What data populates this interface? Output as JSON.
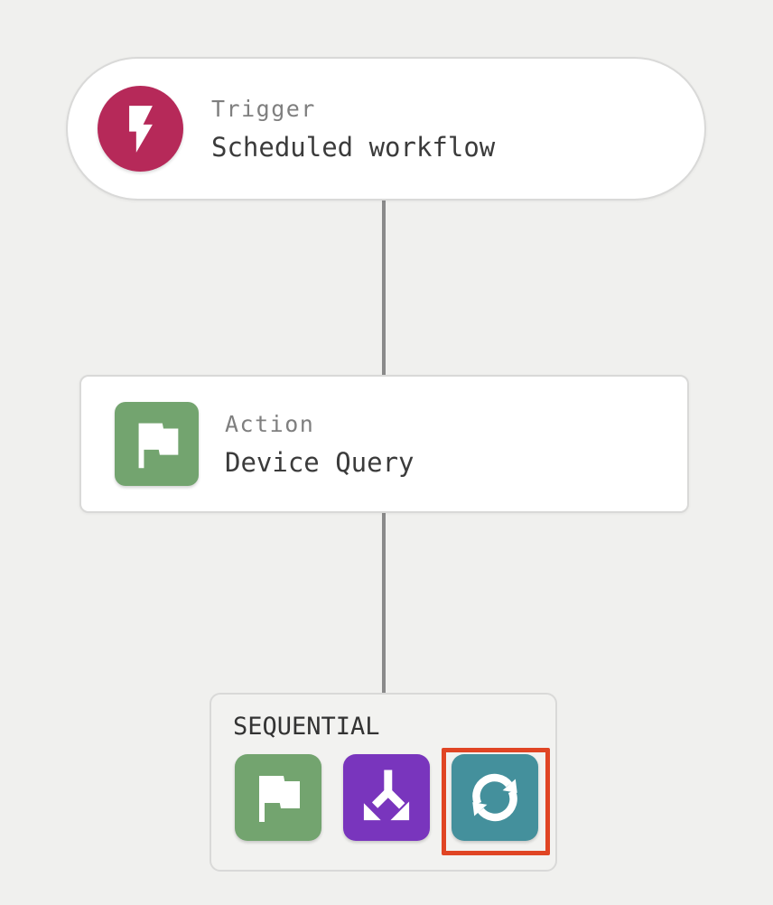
{
  "background_color": "#f0f0ee",
  "connector": {
    "color": "#8a8a8a"
  },
  "trigger_node": {
    "label": "Trigger",
    "title": "Scheduled workflow",
    "icon": "lightning-bolt-icon",
    "icon_bg": "#b62959"
  },
  "action_node": {
    "label": "Action",
    "title": "Device Query",
    "icon": "flag-icon",
    "icon_bg": "#73a46f"
  },
  "sequential_group": {
    "label": "SEQUENTIAL",
    "items": [
      {
        "icon": "flag-icon",
        "bg": "#73a46f",
        "highlighted": false
      },
      {
        "icon": "split-arrows-icon",
        "bg": "#7935bd",
        "highlighted": false
      },
      {
        "icon": "sync-loop-icon",
        "bg": "#44909c",
        "highlighted": true
      }
    ],
    "highlight_color": "#e04524"
  }
}
